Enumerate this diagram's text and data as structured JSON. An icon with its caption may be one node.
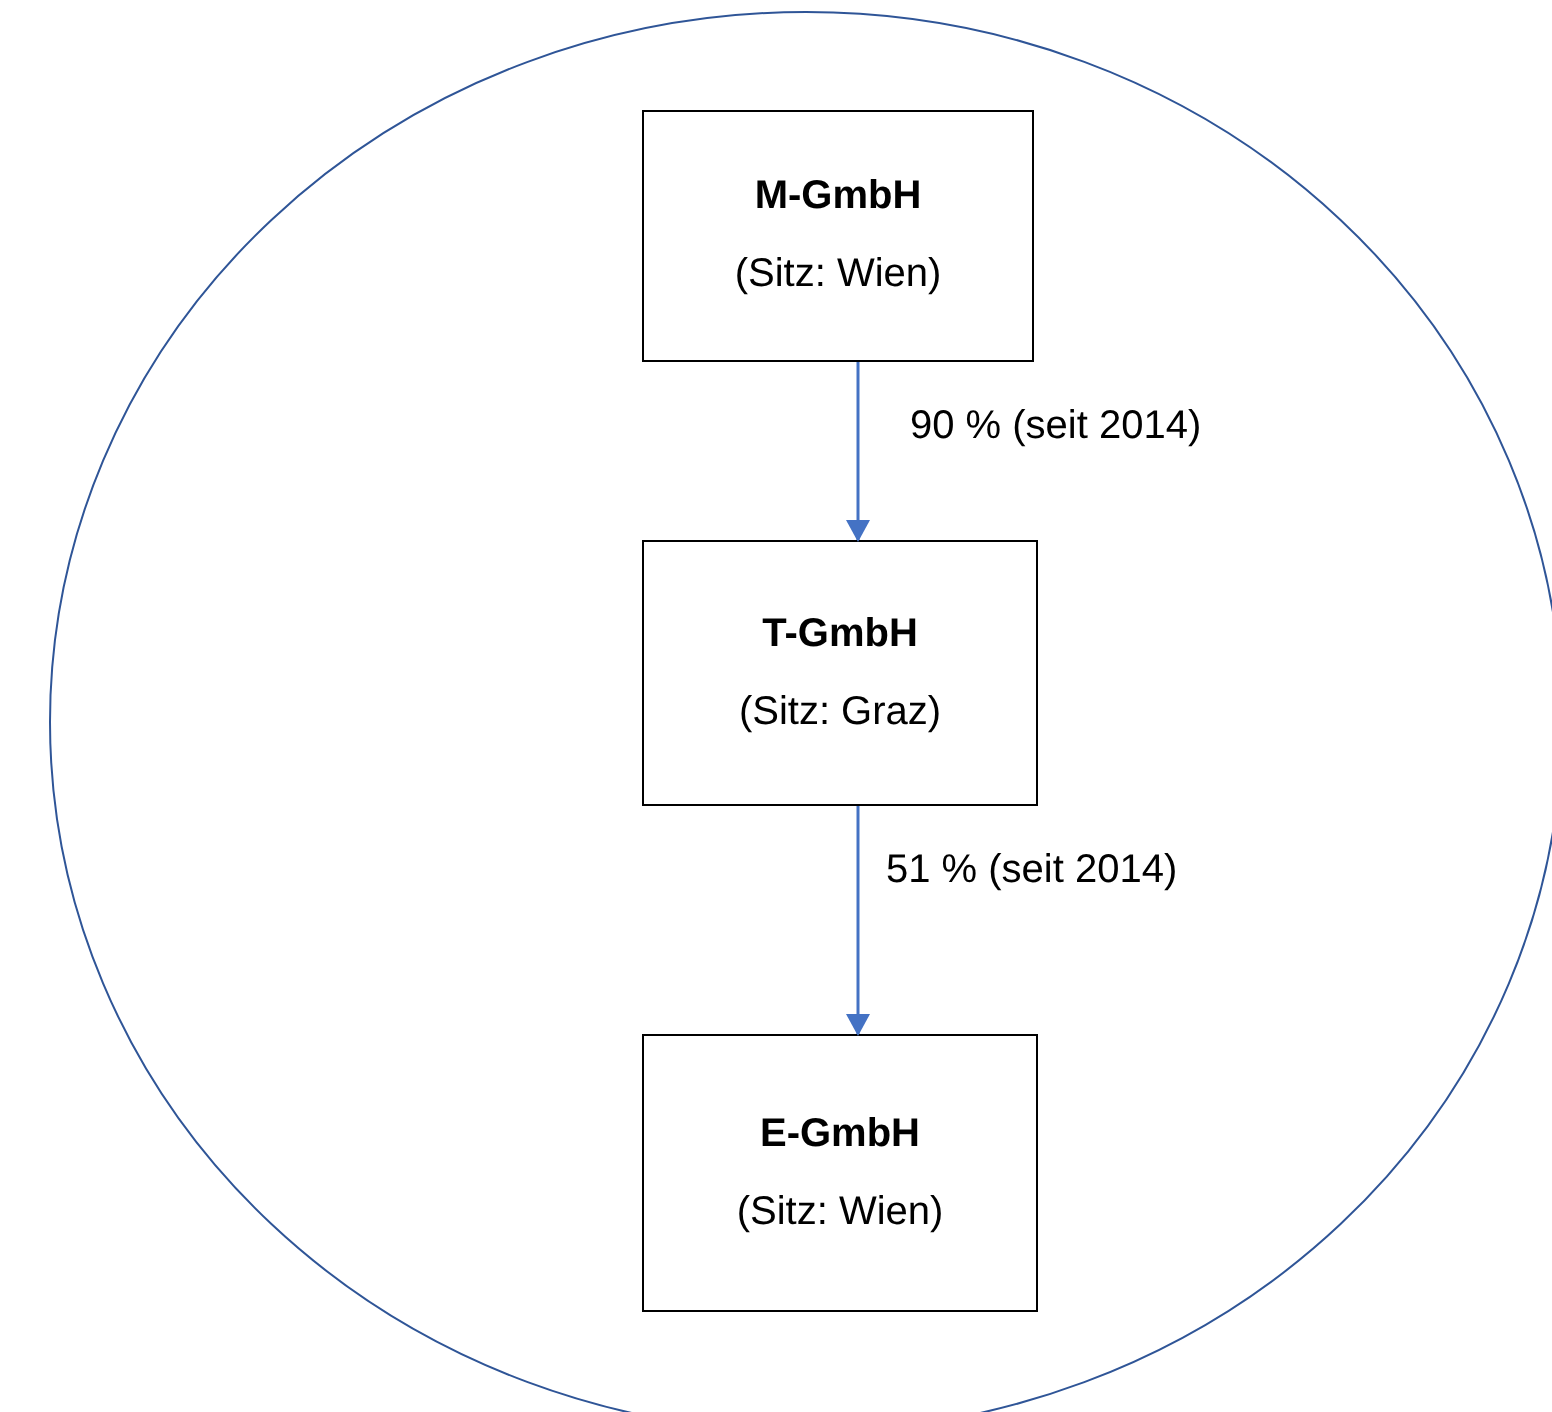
{
  "diagram": {
    "nodes": [
      {
        "text": [],
        "shape": "ellipse"
      },
      {
        "text": [
          "M-GmbH",
          "(Sitz: Wien)"
        ],
        "in": 0
      },
      {
        "text": [
          "T-GmbH",
          "(Sitz: Graz)"
        ],
        "in": 0
      },
      {
        "text": [
          "E-GmbH",
          "(Sitz: Wien)"
        ],
        "in": 0
      }
    ],
    "edges": [
      {
        "from": 1,
        "to": 2,
        "arrow": "to",
        "label": "90 % (seit 2014)"
      },
      {
        "from": 2,
        "to": 3,
        "arrow": "to",
        "label": "51 % (seit 2014)"
      }
    ]
  }
}
